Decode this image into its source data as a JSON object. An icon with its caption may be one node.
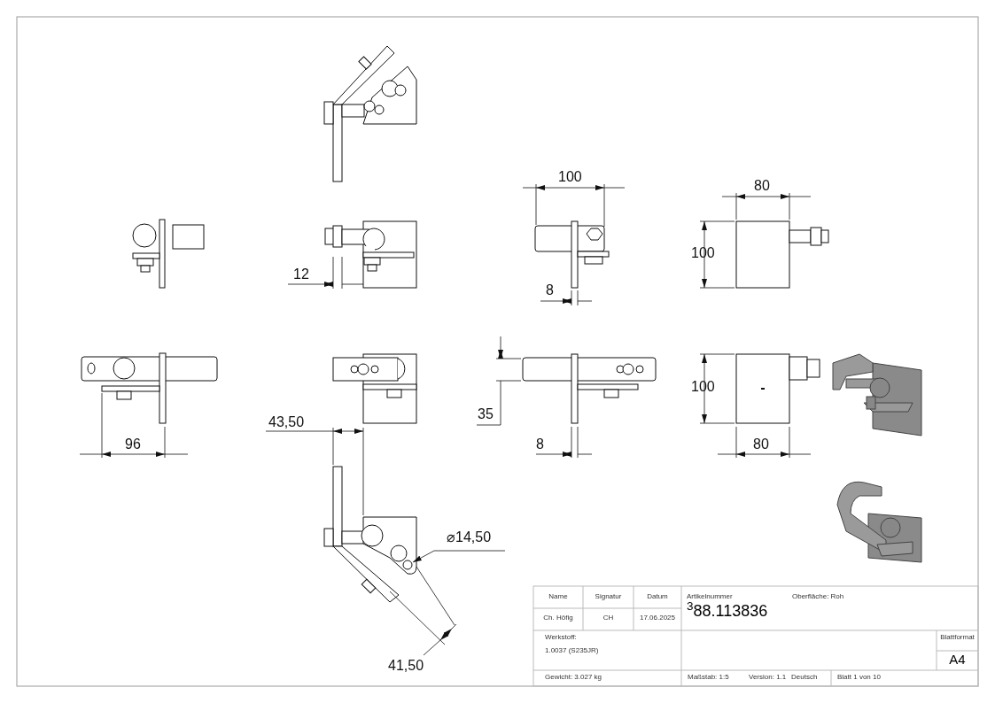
{
  "diagram": {
    "labels": [
      "100",
      "80",
      "100",
      "12",
      "8",
      "100",
      "35",
      "43,50",
      "96",
      "8",
      "80",
      "⌀14,50",
      "41,50",
      "Name",
      "Signatur",
      "Datum",
      "Artikelnummer",
      "Oberfläche: Roh",
      "Ch. Höfig",
      "CH",
      "17.06.2025",
      "$^{3}$88.113836",
      "Werkstoff:",
      "1.0037 (S235JR)",
      "Blattformat",
      "A4",
      "Gewicht: 3.027 kg",
      "Maßstab: 1:5",
      "Version: 1.1",
      "Deutsch",
      "Blatt 1 von 10"
    ]
  }
}
